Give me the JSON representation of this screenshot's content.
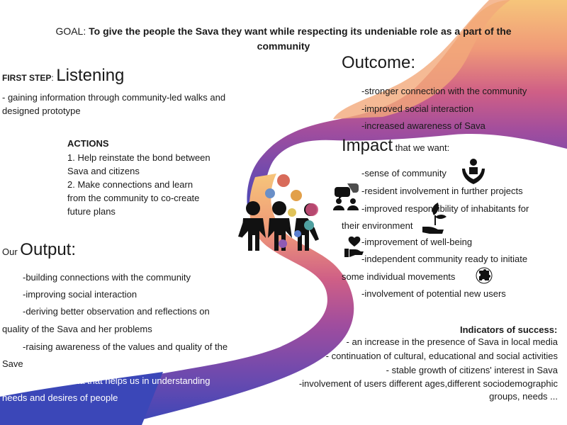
{
  "goal": {
    "prefix": "GOAL: ",
    "text": "To give the people the Sava they want while respecting its undeniable role as a part of the",
    "text2": "community"
  },
  "first_step": {
    "label": "FIRST STEP",
    "colon": ":",
    "title": "Listening",
    "line1": "- gaining information through community-led walks and",
    "line2": "designed prototype"
  },
  "actions": {
    "title": "ACTIONS",
    "lines": [
      "1.  Help reinstate the bond between",
      "Sava and citizens",
      "2.  Make connections and learn",
      "from the community to co-create",
      "future plans"
    ]
  },
  "output": {
    "prefix": "Our",
    "title": "Output:",
    "lines": [
      "-building connections with the community",
      "-improving social interaction",
      "-deriving better observation and reflections on",
      "quality of the Sava and her problems",
      "-raising awareness of the values and quality of the",
      "Save",
      "-collecting data that helps us in understanding",
      "needs and desires of people"
    ]
  },
  "outcome": {
    "title": "Outcome:",
    "lines": [
      "-stronger connection with the community",
      "-improved social interaction",
      "-increased awareness of Sava"
    ]
  },
  "impact": {
    "title": "Impact",
    "suffix": "that we want:",
    "lines": [
      "-sense of community",
      "-resident involvement in further projects",
      "-improved responsibility of inhabitants for",
      "their environment",
      "-improvement of well-being",
      "-independent community ready to initiate",
      "some individual movements",
      "-involvement of potential new users"
    ]
  },
  "indicators": {
    "title": "Indicators of success:",
    "lines": [
      "- an increase in the presence of Sava in local media",
      "- continuation of cultural, educational and social activities",
      "- stable growth of citizens' interest in Sava",
      "-involvement of users different ages,different sociodemographic",
      "groups, needs ..."
    ]
  },
  "colors": {
    "ribbon_top": "#f4b871",
    "ribbon_mid": "#b85a9a",
    "ribbon_bottom": "#3b47b8",
    "icon": "#111111"
  },
  "icons": [
    "people-group-icon",
    "hands-heart-icon",
    "chat-people-icon",
    "hand-plant-icon",
    "hand-heart-icon",
    "puzzle-icon",
    "photo-collage-icon"
  ]
}
